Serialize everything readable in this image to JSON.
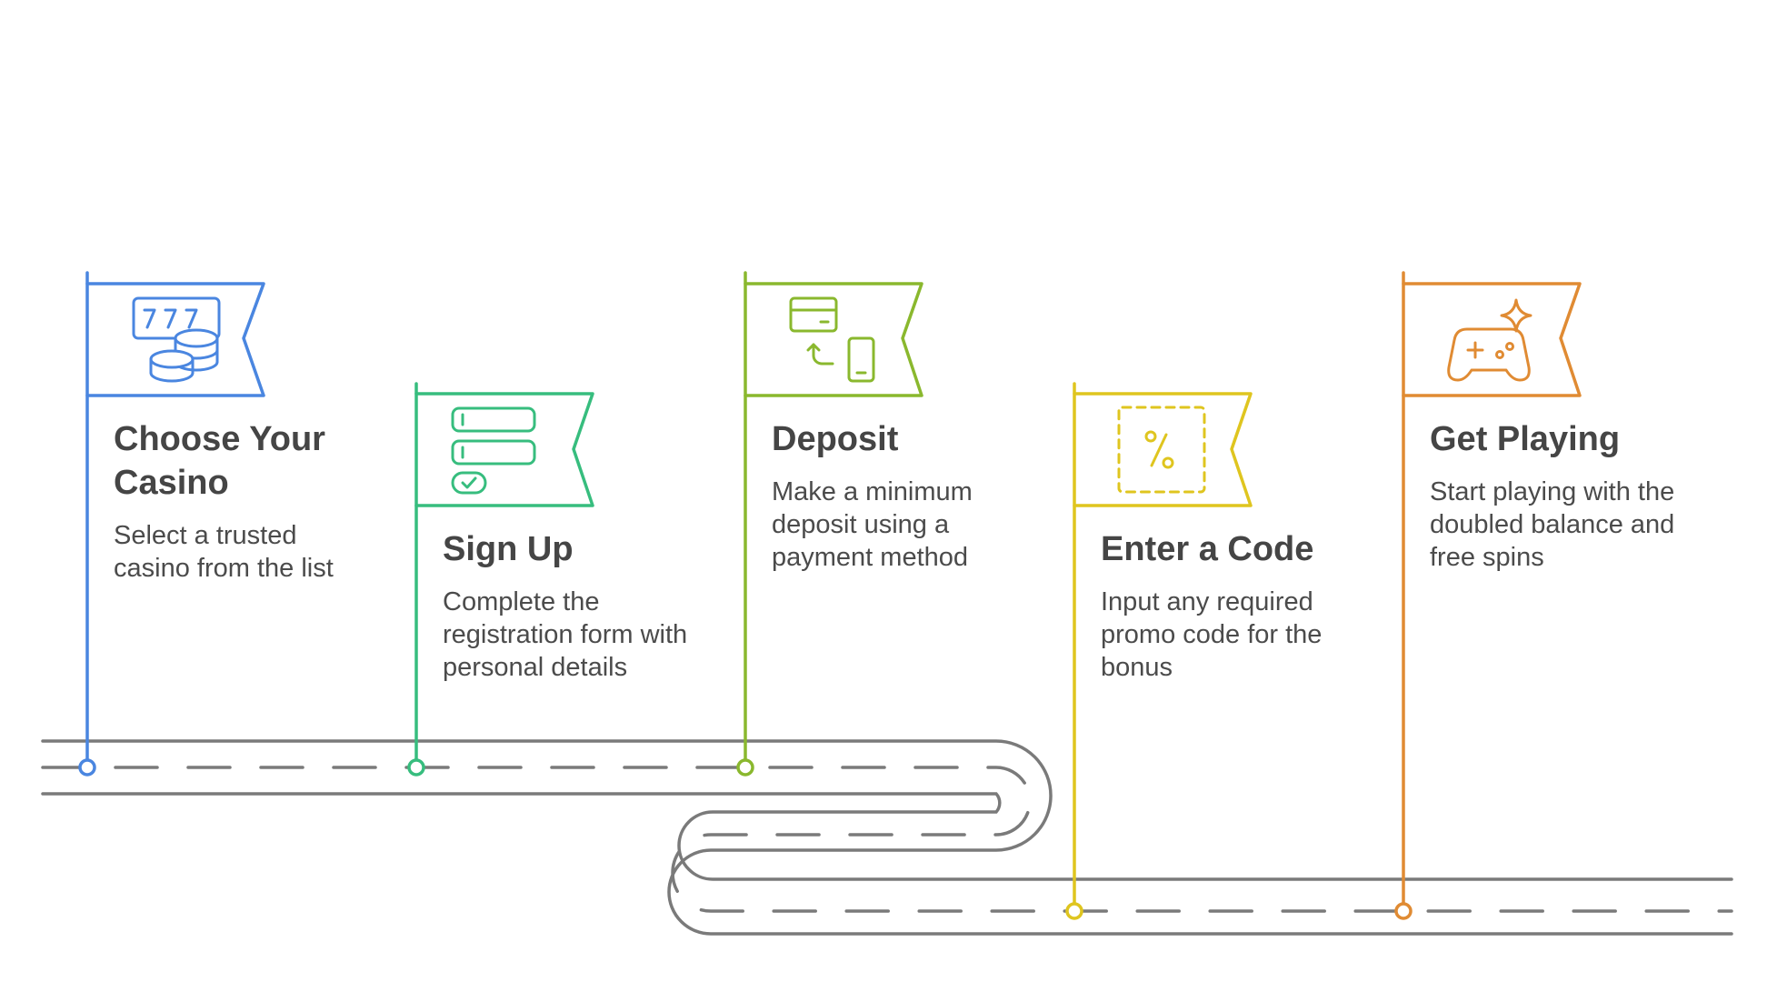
{
  "colors": {
    "road": "#7a7a7a",
    "step1": "#4a86e0",
    "step2": "#37bd7e",
    "step3": "#8ab82e",
    "step4": "#dfc51f",
    "step5": "#e08b33"
  },
  "steps": [
    {
      "title": "Choose Your Casino",
      "description": "Select a trusted casino from the list",
      "icon": "slot-machine-coins-icon",
      "color": "#4a86e0"
    },
    {
      "title": "Sign Up",
      "description": "Complete the registration form with personal details",
      "icon": "registration-form-icon",
      "color": "#37bd7e"
    },
    {
      "title": "Deposit",
      "description": "Make a minimum deposit using a payment method",
      "icon": "card-to-phone-payment-icon",
      "color": "#8ab82e"
    },
    {
      "title": "Enter a Code",
      "description": "Input any required promo code for the bonus",
      "icon": "percent-coupon-icon",
      "color": "#dfc51f"
    },
    {
      "title": "Get Playing",
      "description": "Start playing with the doubled balance and free spins",
      "icon": "game-controller-sparkle-icon",
      "color": "#e08b33"
    }
  ]
}
